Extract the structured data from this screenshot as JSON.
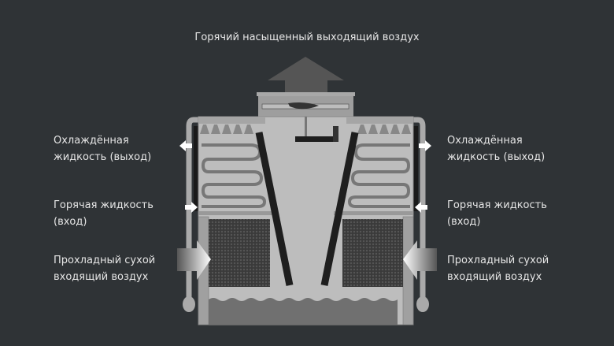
{
  "title": "Горячий насыщенный выходящий воздух",
  "left": {
    "coolant_out": [
      "Охлаждённая",
      "жидкость (выход)"
    ],
    "hot_in": [
      "Горячая жидкость",
      "(вход)"
    ],
    "air_in": [
      "Прохладный сухой",
      "входящий воздух"
    ]
  },
  "right": {
    "coolant_out": [
      "Охлаждённая",
      "жидкость (выход)"
    ],
    "hot_in": [
      "Горячая жидкость",
      "(вход)"
    ],
    "air_in": [
      "Прохладный сухой",
      "входящий воздух"
    ]
  },
  "colors": {
    "background": "#2f3336",
    "body": "#bdbdbd",
    "dark": "#1e1e1e"
  }
}
